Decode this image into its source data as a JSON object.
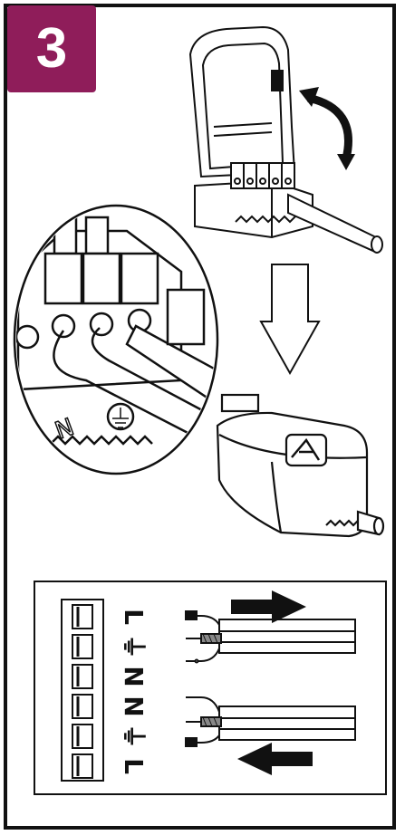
{
  "step": {
    "number": "3",
    "badge_color": "#8f1d5a"
  },
  "colors": {
    "line": "#111111",
    "background": "#ffffff"
  },
  "wiring_diagram": {
    "terminal_labels": [
      "L",
      "⏚",
      "N",
      "N",
      "⏚",
      "L"
    ]
  },
  "icons": {
    "rotate_arrow": "curved-double-arrow-icon",
    "down_arrow": "down-arrow-icon",
    "earth": "earth-symbol-icon",
    "logo": "brand-logo-icon"
  }
}
